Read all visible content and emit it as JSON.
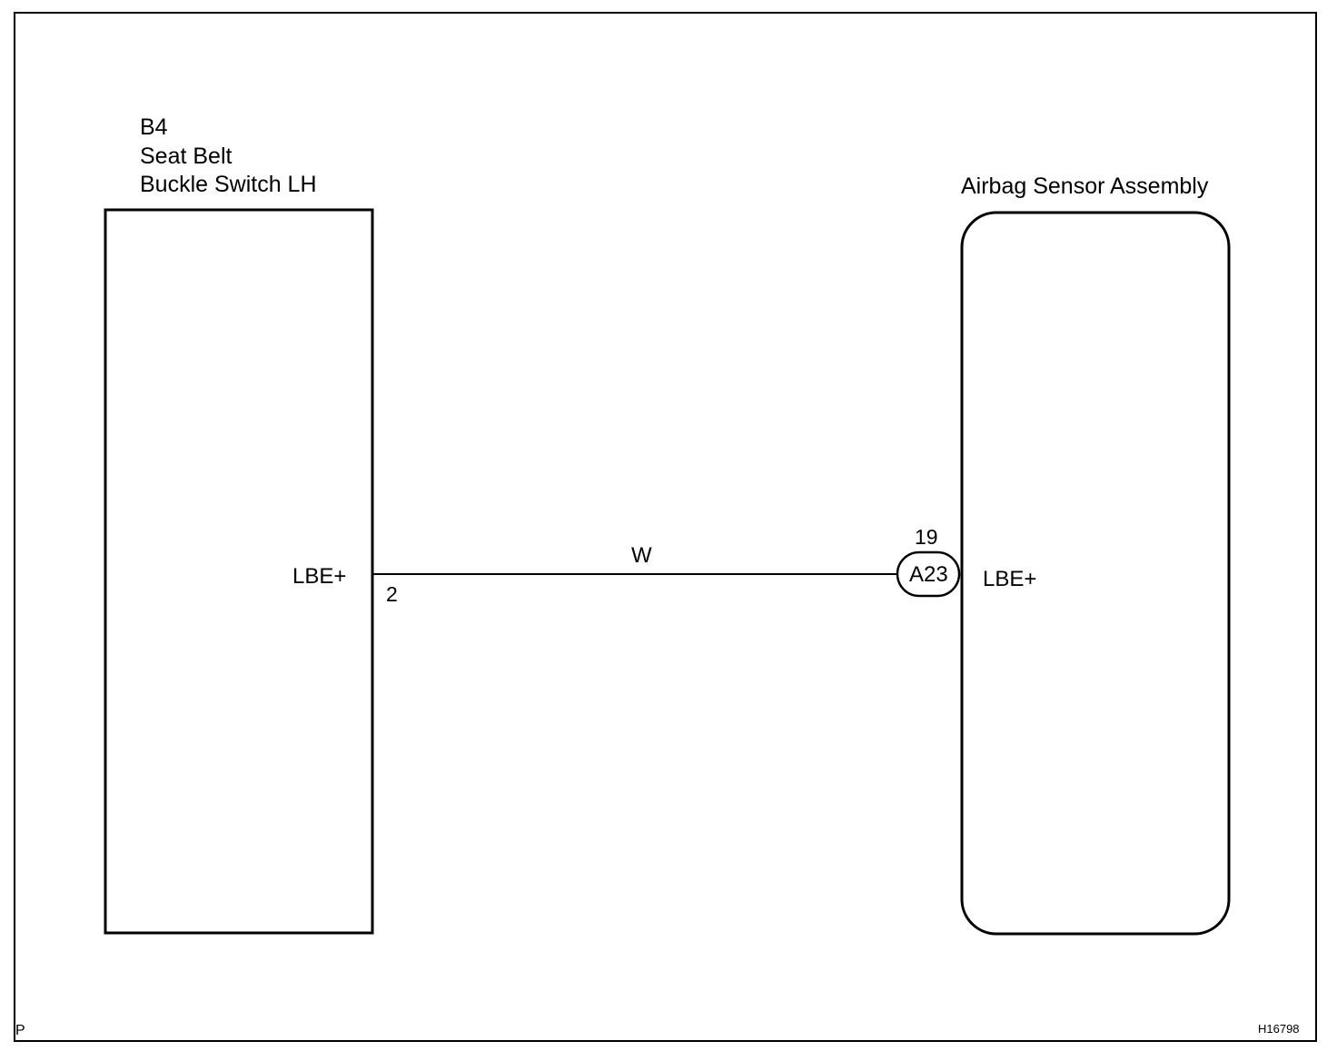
{
  "left_component": {
    "code": "B4",
    "name_line1": "Seat Belt",
    "name_line2": "Buckle Switch LH",
    "pin_name": "LBE+",
    "pin_number": "2"
  },
  "right_component": {
    "name": "Airbag Sensor Assembly",
    "pin_name": "LBE+",
    "pin_number": "19",
    "connector": "A23"
  },
  "wire": {
    "color_code": "W"
  },
  "footer": {
    "left_mark": "P",
    "figure_id": "H16798"
  }
}
